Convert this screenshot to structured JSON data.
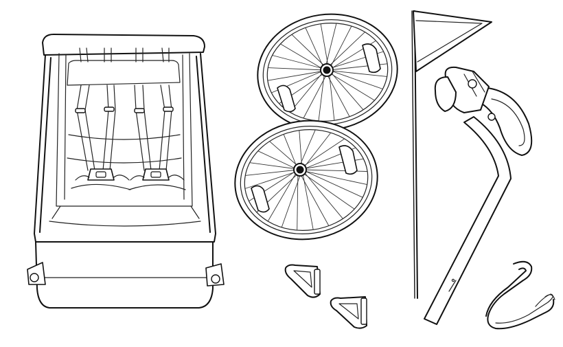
{
  "figure": {
    "components": [
      {
        "id": "trailer-body",
        "icon": "bike-trailer-body-icon"
      },
      {
        "id": "wheel-upper",
        "icon": "spoked-wheel-icon",
        "spokes": 24
      },
      {
        "id": "wheel-lower",
        "icon": "spoked-wheel-icon",
        "spokes": 24
      },
      {
        "id": "wheel-guard-left",
        "icon": "wheel-guard-icon"
      },
      {
        "id": "wheel-guard-right",
        "icon": "wheel-guard-icon"
      },
      {
        "id": "safety-flag",
        "icon": "safety-flag-icon"
      },
      {
        "id": "tow-arm",
        "icon": "tow-arm-hitch-icon"
      },
      {
        "id": "safety-strap",
        "icon": "safety-strap-icon"
      }
    ],
    "colors": {
      "line": "#111111",
      "background": "#ffffff"
    }
  }
}
